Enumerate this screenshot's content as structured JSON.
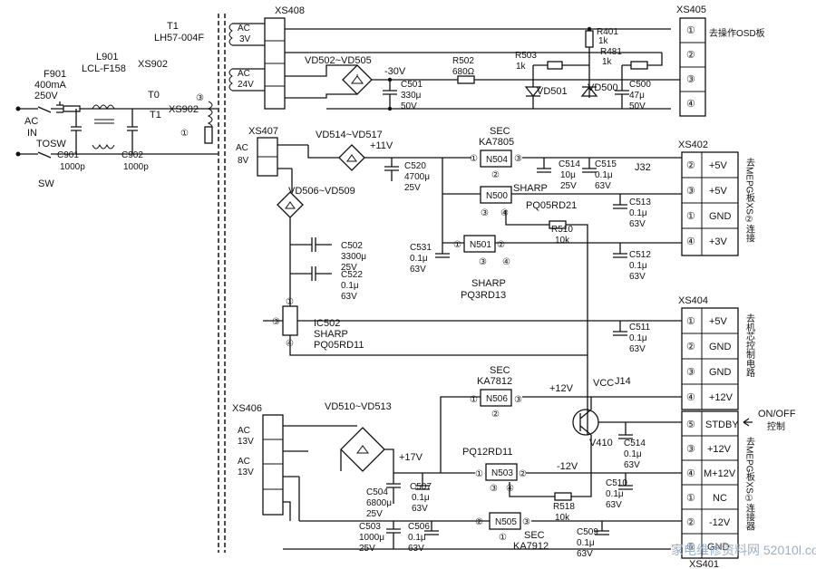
{
  "transformer": {
    "ref": "T1",
    "part": "LH57-004F"
  },
  "input": {
    "fuse": {
      "ref": "F901",
      "rating1": "400mA",
      "rating2": "250V"
    },
    "filter": {
      "ref": "L901",
      "part": "LCL-F158"
    },
    "ac_in": [
      "AC",
      "IN",
      "TOSW"
    ],
    "switch": "SW",
    "c901": {
      "ref": "C901",
      "val": "1000p"
    },
    "c902": {
      "ref": "C902",
      "val": "1000p"
    },
    "xs902_top": {
      "ref": "XS902",
      "t0": "T0",
      "t1": "T1"
    },
    "xs902_side": "XS902",
    "pins": {
      "p1": "①",
      "p3": "③"
    }
  },
  "xs408": {
    "ref": "XS408",
    "ac1": [
      "AC",
      "3V"
    ],
    "ac2": [
      "AC",
      "24V"
    ],
    "bridge": "VD502~VD505",
    "volt": "-30V",
    "c501": [
      "C501",
      "330μ",
      "50V"
    ],
    "r502": [
      "R502",
      "680Ω"
    ],
    "r503": [
      "R503",
      "1k"
    ],
    "r401": [
      "R401",
      "1k"
    ],
    "r481": [
      "R481",
      "1k"
    ],
    "vd501": "VD501",
    "vd500": "VD500",
    "c500": [
      "C500",
      "47μ",
      "50V"
    ]
  },
  "xs405": {
    "ref": "XS405",
    "pins": [
      "①",
      "②",
      "③",
      "④"
    ],
    "dest": "去操作OSD板"
  },
  "xs407": {
    "ref": "XS407",
    "ac": [
      "AC",
      "8V"
    ],
    "bridge1": "VD514~VD517",
    "v11": "+11V",
    "bridge2": "VD506~VD509",
    "c520": [
      "C520",
      "4700μ",
      "25V"
    ],
    "n504": {
      "mfr": "SEC",
      "part": "KA7805",
      "ref": "N504"
    },
    "n500": {
      "ref": "N500",
      "mfr": "SHARP",
      "part": "PQ05RD21"
    },
    "n501": {
      "ref": "N501",
      "mfr": "SHARP",
      "part": "PQ3RD13"
    },
    "c514a": [
      "C514",
      "10μ",
      "25V"
    ],
    "c515": [
      "C515",
      "0.1μ",
      "63V"
    ],
    "j32": "J32",
    "c513": [
      "C513",
      "0.1μ",
      "63V"
    ],
    "r510": [
      "R510",
      "10k"
    ],
    "c531": [
      "C531",
      "0.1μ",
      "63V"
    ],
    "c512": [
      "C512",
      "0.1μ",
      "63V"
    ],
    "c502": [
      "C502",
      "3300μ",
      "25V"
    ],
    "c522": [
      "C522",
      "0.1μ",
      "63V"
    ]
  },
  "xs402": {
    "ref": "XS402",
    "rows": [
      {
        "pin": "②",
        "sig": "+5V"
      },
      {
        "pin": "③",
        "sig": "+5V"
      },
      {
        "pin": "①",
        "sig": "GND"
      },
      {
        "pin": "④",
        "sig": "+3V"
      }
    ],
    "dest": "去MEPG板XS②连接"
  },
  "ic502": {
    "ref": "IC502",
    "mfr": "SHARP",
    "part": "PQ05RD11",
    "pins": [
      "①",
      "③",
      "④"
    ]
  },
  "c511": [
    "C511",
    "0.1μ",
    "63V"
  ],
  "xs404": {
    "ref": "XS404",
    "rows": [
      {
        "pin": "①",
        "sig": "+5V"
      },
      {
        "pin": "②",
        "sig": "GND"
      },
      {
        "pin": "③",
        "sig": "GND"
      },
      {
        "pin": "④",
        "sig": "+12V"
      }
    ],
    "dest": "去机芯控制电路"
  },
  "xs406": {
    "ref": "XS406",
    "ac1": [
      "AC",
      "13V"
    ],
    "ac2": [
      "AC",
      "13V"
    ],
    "bridge": "VD510~VD513",
    "v17": "+17V",
    "n506": {
      "mfr": "SEC",
      "part": "KA7812",
      "ref": "N506"
    },
    "v12": "+12V",
    "vcc": "VCC",
    "j14": "J14",
    "v410": "V410",
    "c514b": [
      "C514",
      "0.1μ",
      "63V"
    ],
    "n503": {
      "part": "PQ12RD11",
      "ref": "N503"
    },
    "vneg12": "-12V",
    "c504": [
      "C504",
      "6800μ",
      "25V"
    ],
    "c507": [
      "C507",
      "0.1μ",
      "63V"
    ],
    "c510": [
      "C510",
      "0.1μ",
      "63V"
    ],
    "r518": [
      "R518",
      "10k"
    ],
    "c503": [
      "C503",
      "1000μ",
      "25V"
    ],
    "c506": [
      "C506",
      "0.1μ",
      "63V"
    ],
    "n505": {
      "ref": "N505",
      "mfr": "SEC",
      "part": "KA7912"
    },
    "c509": [
      "C509",
      "0.1μ",
      "63V"
    ]
  },
  "onoff": [
    "ON/OFF",
    "控制"
  ],
  "xs401": {
    "ref": "XS401",
    "rows": [
      {
        "pin": "⑤",
        "sig": "STDBY"
      },
      {
        "pin": "③",
        "sig": "+12V"
      },
      {
        "pin": "④",
        "sig": "M+12V"
      },
      {
        "pin": "①",
        "sig": "NC"
      },
      {
        "pin": "②",
        "sig": "-12V"
      },
      {
        "pin": "⑥",
        "sig": "GND"
      }
    ],
    "dest": "去MEPG板XS①连接器"
  },
  "watermark": "家电维修资料网 52010l.com",
  "pin_labels": {
    "p1": "①",
    "p2": "②",
    "p3": "③",
    "p4": "④"
  }
}
